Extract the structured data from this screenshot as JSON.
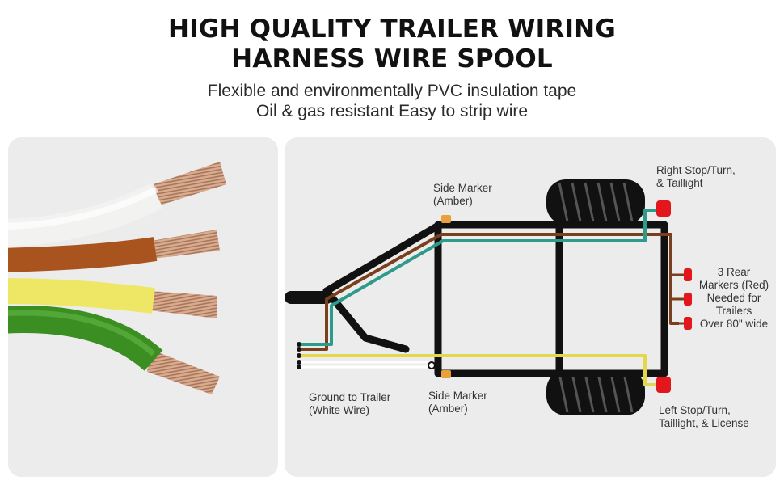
{
  "header": {
    "title_lines": [
      "HIGH QUALITY TRAILER WIRING",
      "HARNESS WIRE SPOOL"
    ],
    "subtitle_lines": [
      "Flexible and environmentally PVC insulation tape",
      "Oil & gas resistant Easy to strip wire"
    ]
  },
  "wires_photo": {
    "wire_colors": [
      "#f2f2f0",
      "#a9541f",
      "#eee765",
      "#3a8e22"
    ],
    "copper_color": "#d9ac8f"
  },
  "diagram": {
    "labels": {
      "side_marker_top": [
        "Side Marker",
        "(Amber)"
      ],
      "right_stop": [
        "Right Stop/Turn,",
        "& Taillight"
      ],
      "rear_markers": [
        "3 Rear",
        "Markers (Red)",
        "Needed for",
        "Trailers",
        "Over 80\" wide"
      ],
      "ground": [
        "Ground to Trailer",
        "(White Wire)"
      ],
      "side_marker_bottom": [
        "Side Marker",
        "(Amber)"
      ],
      "left_stop": [
        "Left Stop/Turn,",
        "Taillight, & License"
      ]
    },
    "colors": {
      "frame": "#111111",
      "brown_wire": "#7a3f1c",
      "green_wire": "#2e9a8a",
      "yellow_wire": "#e3d84a",
      "white_wire": "#ffffff",
      "amber_light": "#e8a03a",
      "red_light": "#e3161c"
    }
  }
}
